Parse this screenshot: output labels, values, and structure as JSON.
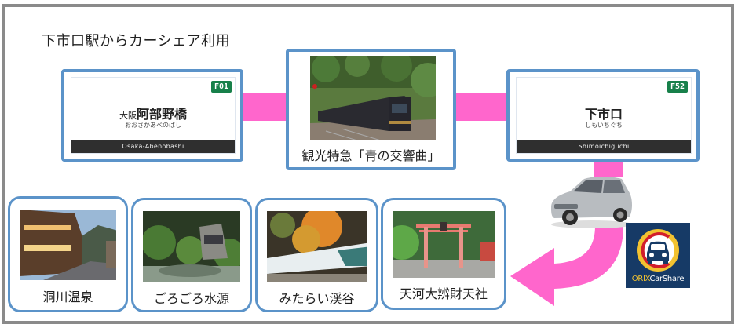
{
  "title": "下市口駅からカーシェア利用",
  "stations": [
    {
      "number": "F01",
      "name_prefix": "大阪",
      "name": "阿部野橋",
      "kana": "おおさかあべのばし",
      "roman": "Osaka-Abenobashi"
    },
    {
      "number": "F52",
      "name_prefix": "",
      "name": "下市口",
      "kana": "しもいちぐち",
      "roman": "Shimoichiguchi"
    }
  ],
  "train": {
    "caption": "観光特急「青の交響曲」",
    "image": "train-photo"
  },
  "car_share": {
    "image": "car-photo",
    "logo_brand": "ORIX",
    "logo_product": "CarShare"
  },
  "spots": [
    {
      "caption": "洞川温泉",
      "image": "hot-spring-town-photo"
    },
    {
      "caption": "ごろごろ水源",
      "image": "spring-water-source-photo"
    },
    {
      "caption": "みたらい渓谷",
      "image": "valley-waterfall-photo"
    },
    {
      "caption": "天河大辨財天社",
      "image": "shrine-torii-photo"
    }
  ],
  "colors": {
    "box_border": "#5b93c9",
    "connector": "#ff66cc",
    "station_number_bg": "#17804a",
    "orix_bg": "#163a66"
  }
}
